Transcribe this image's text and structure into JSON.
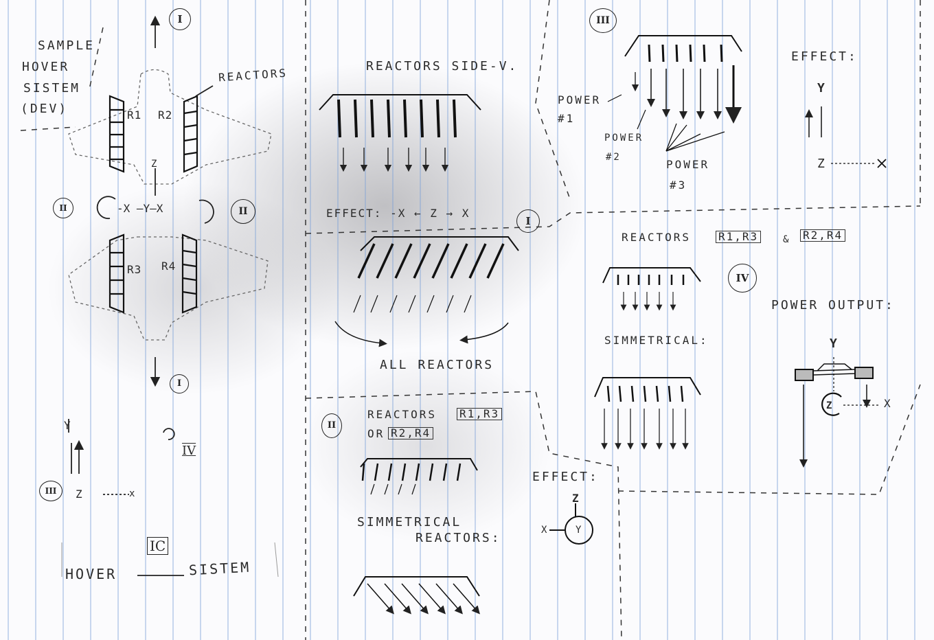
{
  "panel1": {
    "title_line1": "SAMPLE",
    "title_line2": "HOVER",
    "title_line3": "SISTEM",
    "title_line4": "(DEV)",
    "reactors_label": "REACTORS",
    "r1": "R1",
    "r2": "R2",
    "r3": "R3",
    "r4": "R4",
    "axis_z": "Z",
    "axis_row": "-X —Y—X",
    "marker_top": "I",
    "marker_bottom": "I",
    "marker_left": "II",
    "marker_right": "II",
    "small_y": "Y",
    "small_z": "Z",
    "small_x": "x",
    "marker_iii": "III",
    "marker_iv": "IV",
    "logo": "IC",
    "footer_left": "HOVER",
    "footer_right": "SISTEM"
  },
  "panel2": {
    "title": "REACTORS SIDE-V.",
    "effect_line": "EFFECT: -X ← Z → X",
    "marker_i": "I",
    "all_reactors": "ALL REACTORS",
    "marker_ii": "II",
    "reactors_prefix": "REACTORS",
    "group_a": "R1,R3",
    "or_prefix": "OR",
    "group_b": "R2,R4",
    "simm_line1": "SIMMETRICAL",
    "simm_line2": "REACTORS:",
    "effect2": "EFFECT:",
    "effect2_z": "Z",
    "effect2_x": "X",
    "effect2_y": "Y"
  },
  "panel3": {
    "marker_iii": "III",
    "power1_a": "POWER",
    "power1_b": "#1",
    "power2_a": "POWER",
    "power2_b": "#2",
    "power3_a": "POWER",
    "power3_b": "#3",
    "effect": "EFFECT:",
    "axis_y": "Y",
    "axis_z": "Z",
    "axis_x": "X"
  },
  "panel4": {
    "reactors_prefix": "REACTORS",
    "group_a": "R1,R3",
    "amp": "&",
    "group_b": "R2,R4",
    "marker_iv": "IV",
    "simmetrical": "SIMMETRICAL:",
    "power_output": "POWER OUTPUT:",
    "axis_y": "Y",
    "axis_z": "Z",
    "axis_x": "X"
  }
}
